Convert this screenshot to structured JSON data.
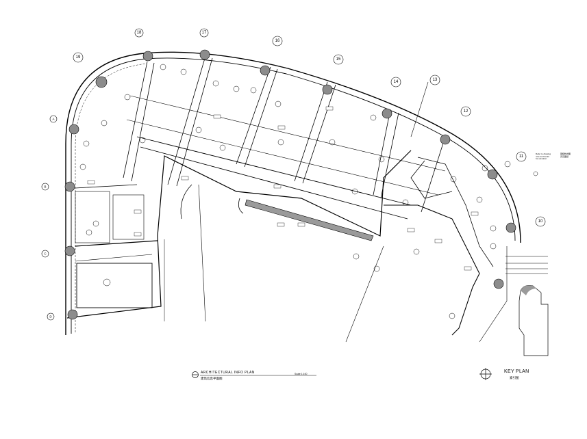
{
  "title_block": {
    "title": "ARCHITECTURAL INFO PLAN",
    "subtitle": "建筑信息平面图",
    "scale": "Scale 1:100"
  },
  "key_plan": {
    "title": "KEY PLAN",
    "subtitle": "索引图"
  },
  "grid_bubbles": [
    "19",
    "18",
    "17",
    "16",
    "15",
    "14",
    "13",
    "12",
    "11",
    "10"
  ],
  "side_grid_bubbles": [
    "A",
    "B",
    "C",
    "D"
  ],
  "notes": {
    "right_note": "Refer to drawing\nnote and detail\nfor elevation",
    "right_note_2": "钢结构详图\n另见图纸"
  },
  "colors": {
    "line": "#000000",
    "hatch": "#9a9a9a",
    "column": "#8c8c8c",
    "background": "#ffffff"
  }
}
